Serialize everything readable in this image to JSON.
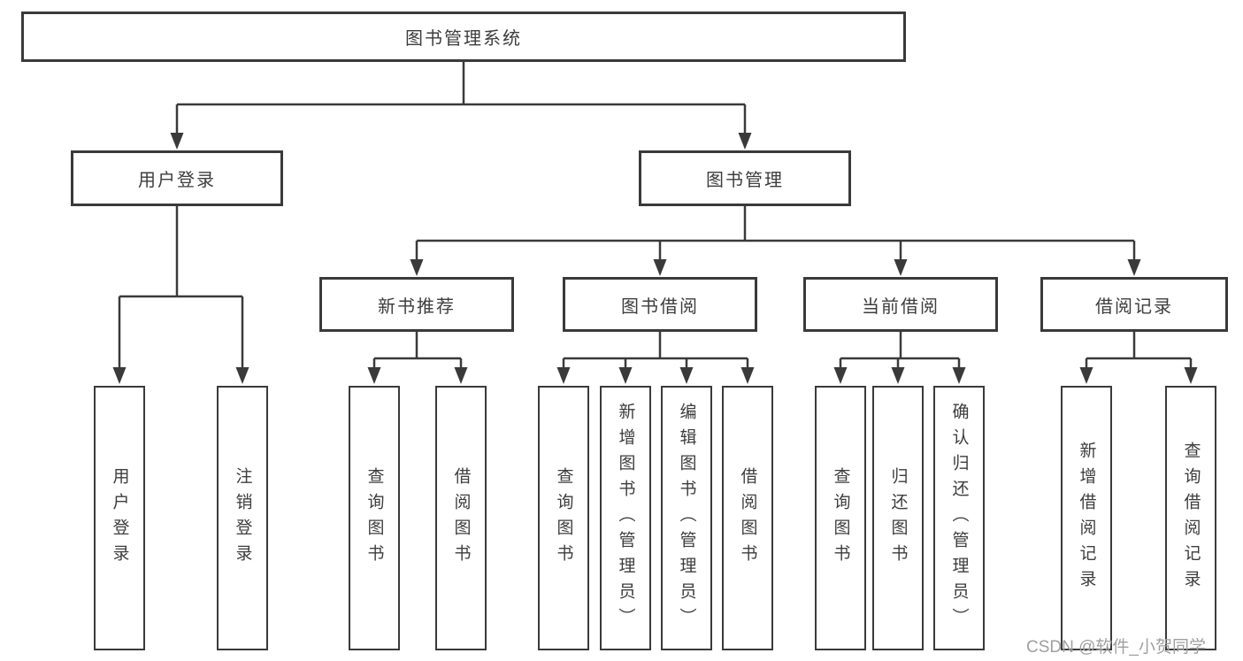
{
  "colors": {
    "line": "#3a3a3a",
    "box_border": "#3a3a3a",
    "text": "#3d3d3d",
    "watermark": "#9f9f9f",
    "background": "#ffffff"
  },
  "tree": {
    "label": "图书管理系统",
    "children": [
      {
        "label": "用户登录",
        "children": [
          {
            "label": "用户登录"
          },
          {
            "label": "注销登录"
          }
        ]
      },
      {
        "label": "图书管理",
        "children": [
          {
            "label": "新书推荐",
            "children": [
              {
                "label": "查询图书"
              },
              {
                "label": "借阅图书"
              }
            ]
          },
          {
            "label": "图书借阅",
            "children": [
              {
                "label": "查询图书"
              },
              {
                "label": "新增图书（管理员）"
              },
              {
                "label": "编辑图书（管理员）"
              },
              {
                "label": "借阅图书"
              }
            ]
          },
          {
            "label": "当前借阅",
            "children": [
              {
                "label": "查询图书"
              },
              {
                "label": "归还图书"
              },
              {
                "label": "确认归还（管理员）"
              }
            ]
          },
          {
            "label": "借阅记录",
            "children": [
              {
                "label": "新增借阅记录"
              },
              {
                "label": "查询借阅记录"
              }
            ]
          }
        ]
      }
    ]
  },
  "watermark": {
    "text": "CSDN @软件_小贺同学"
  }
}
